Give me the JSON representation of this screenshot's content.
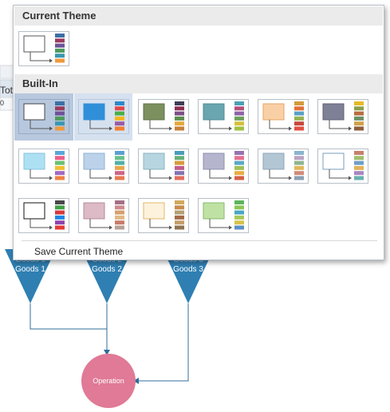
{
  "background": {
    "cell_text": "Tot",
    "cell_text_2": "0",
    "shapes": [
      {
        "label_top": "Goods 1",
        "label_bottom": "Goods 1"
      },
      {
        "label_top": "Goods 2",
        "label_bottom": "Goods 2"
      },
      {
        "label_top": "Goods 3",
        "label_bottom": "Goods 3"
      }
    ],
    "operation_label": "Operation",
    "colors": {
      "triangle": "#2f7fb2",
      "circle": "#e07a96",
      "connector": "#2f6d9a"
    }
  },
  "theme_panel": {
    "current_section_title": "Current Theme",
    "builtin_section_title": "Built-In",
    "save_label": "Save Current Theme",
    "current_theme": {
      "box": "#ffffff",
      "box_border": "#555555",
      "stripes": [
        "#3c6fa5",
        "#9b3b5e",
        "#6e5399",
        "#4f9a5c",
        "#3b97b0",
        "#ef9a3d"
      ]
    },
    "themes": [
      {
        "box": "#ffffff",
        "box_border": "#444444",
        "stripes": [
          "#3c6fa5",
          "#9b3b5e",
          "#6e5399",
          "#4f9a5c",
          "#3b97b0",
          "#ef9a3d"
        ],
        "state": "selected"
      },
      {
        "box": "#2f8fd8",
        "box_border": "#2f8fd8",
        "stripes": [
          "#2c88c8",
          "#e2474a",
          "#49b04a",
          "#f4b51d",
          "#9b5ba5",
          "#f17f30"
        ],
        "state": "hover"
      },
      {
        "box": "#7b8f5f",
        "box_border": "#5f7247",
        "stripes": [
          "#3d3d57",
          "#8d2f52",
          "#7d4f88",
          "#5b8e4f",
          "#e6a93d",
          "#c8823c"
        ],
        "state": ""
      },
      {
        "box": "#6aa6b0",
        "box_border": "#4f8b95",
        "stripes": [
          "#4aa1b4",
          "#b6507c",
          "#8d63a8",
          "#6e9f5c",
          "#d6c13d",
          "#a0c246"
        ],
        "state": ""
      },
      {
        "box": "#f9d0a6",
        "box_border": "#e4a365",
        "stripes": [
          "#d49a3a",
          "#e36e39",
          "#5aa1c4",
          "#95b353",
          "#c8473e",
          "#e15043"
        ],
        "state": ""
      },
      {
        "box": "#7e8096",
        "box_border": "#5f6178",
        "stripes": [
          "#e7b928",
          "#8aa04a",
          "#b96d42",
          "#6d8f67",
          "#d1a14a",
          "#8f5e3d"
        ],
        "state": ""
      },
      {
        "box": "#aee0f3",
        "box_border": "#85c4df",
        "stripes": [
          "#5aa7d8",
          "#ec5e89",
          "#6ac26f",
          "#f3be2f",
          "#a469c3",
          "#f08242"
        ],
        "state": ""
      },
      {
        "box": "#bcd2ea",
        "box_border": "#8fb1d3",
        "stripes": [
          "#5e9fd2",
          "#6bbf8c",
          "#4fb1a6",
          "#e8a84a",
          "#cf6484",
          "#e97950"
        ],
        "state": ""
      },
      {
        "box": "#b7d5e0",
        "box_border": "#88b4c3",
        "stripes": [
          "#4b9dbb",
          "#67b079",
          "#d79a3e",
          "#c35c8b",
          "#8473b3",
          "#e26e5e"
        ],
        "state": ""
      },
      {
        "box": "#b5b5ce",
        "box_border": "#8f8fb3",
        "stripes": [
          "#9872b1",
          "#e46f90",
          "#5aa9c7",
          "#a0bf59",
          "#e9ad44",
          "#d45f44"
        ],
        "state": ""
      },
      {
        "box": "#b3c6d4",
        "box_border": "#8ba6b9",
        "stripes": [
          "#8ab5cf",
          "#b9a4c2",
          "#8fb68f",
          "#e1b85b",
          "#d18b7a",
          "#8c9fb4"
        ],
        "state": ""
      },
      {
        "box": "#ffffff",
        "box_border": "#7b9dba",
        "stripes": [
          "#c8806c",
          "#9fbe6c",
          "#6f9fc8",
          "#e2b35a",
          "#a886c2",
          "#6ab0b0"
        ],
        "state": ""
      },
      {
        "box": "#ffffff",
        "box_border": "#111111",
        "stripes": [
          "#484848",
          "#43a047",
          "#d63a3a",
          "#1e88e5",
          "#8e44ad",
          "#e53935"
        ],
        "state": ""
      },
      {
        "box": "#dcbac6",
        "box_border": "#b48b99",
        "stripes": [
          "#a56f84",
          "#d18a8d",
          "#d6a06f",
          "#e2b885",
          "#c97b6a",
          "#b8a096"
        ],
        "state": ""
      },
      {
        "box": "#fdf2dc",
        "box_border": "#e3b56a",
        "stripes": [
          "#d2a85b",
          "#c98c4f",
          "#b5a075",
          "#a66b4a",
          "#c49f6a",
          "#8f7350"
        ],
        "state": ""
      },
      {
        "box": "#bfe2a4",
        "box_border": "#86b86b",
        "stripes": [
          "#5db35e",
          "#8cc65a",
          "#49a6c6",
          "#a7c95a",
          "#d6c24a",
          "#5c8fc6"
        ],
        "state": ""
      }
    ]
  }
}
